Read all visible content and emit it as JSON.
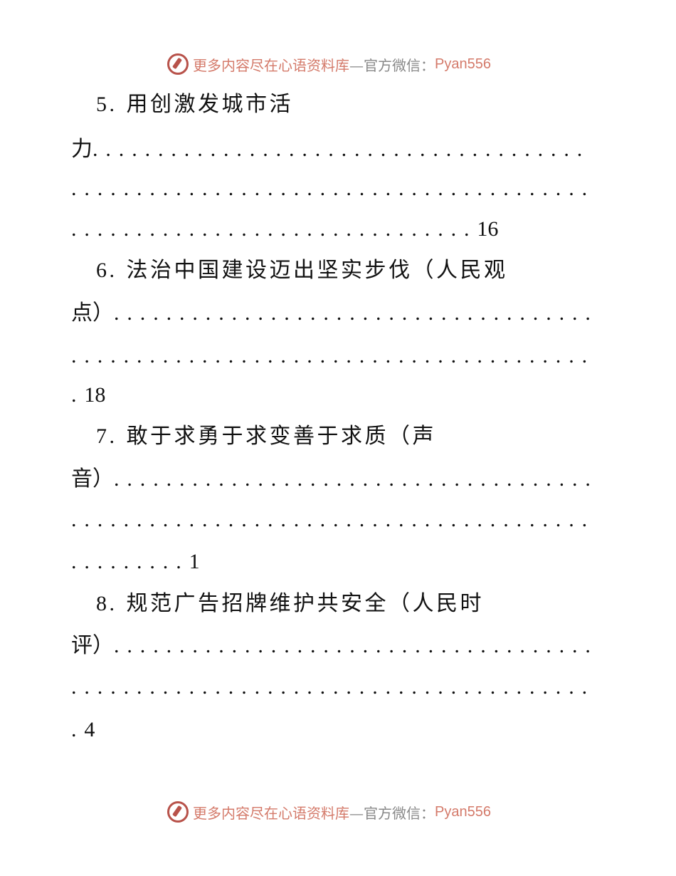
{
  "banner": {
    "main": "更多内容尽在心语资料库",
    "dash": "—官方微信：",
    "id": "Pyan556",
    "logo_colors": {
      "red": "#b8524a"
    }
  },
  "entries": [
    {
      "number": "5.",
      "title": "用创激发城市活",
      "lines": [
        {
          "text": "力",
          "dots": "......................................"
        },
        {
          "text": "",
          "dots": "........................................"
        },
        {
          "text": "",
          "dots": "...............................",
          "page": "16"
        }
      ]
    },
    {
      "number": "6.",
      "title": "法治中国建设迈出坚实步伐（人民观",
      "lines": [
        {
          "text": "点）",
          "dots": "....................................."
        },
        {
          "text": "",
          "dots": "........................................"
        },
        {
          "text": "",
          "dots": ".",
          "page": "18"
        }
      ]
    },
    {
      "number": "7.",
      "title": "敢于求勇于求变善于求质（声",
      "lines": [
        {
          "text": "音）",
          "dots": "....................................."
        },
        {
          "text": "",
          "dots": "........................................"
        },
        {
          "text": "",
          "dots": ".........",
          "page": "1"
        }
      ]
    },
    {
      "number": "8.",
      "title": "规范广告招牌维护共安全（人民时",
      "lines": [
        {
          "text": "评）",
          "dots": "....................................."
        },
        {
          "text": "",
          "dots": "........................................"
        },
        {
          "text": "",
          "dots": ".",
          "page": "4"
        }
      ]
    }
  ]
}
